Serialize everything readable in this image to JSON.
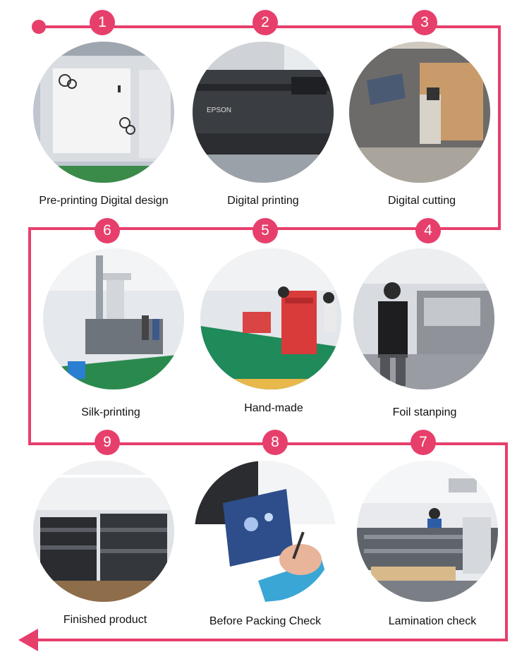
{
  "colors": {
    "accent": "#e73f6c",
    "text": "#111111",
    "background": "#ffffff"
  },
  "flow": {
    "start": "dot",
    "end": "arrow-left"
  },
  "steps": [
    {
      "number": "1",
      "label": "Pre-printing Digital design",
      "icon": "computer-monitor-photo"
    },
    {
      "number": "2",
      "label": "Digital printing",
      "icon": "large-format-printer-photo"
    },
    {
      "number": "3",
      "label": "Digital  cutting",
      "icon": "cutting-plotter-photo"
    },
    {
      "number": "4",
      "label": "Foil stanping",
      "icon": "foil-stamping-machine-photo"
    },
    {
      "number": "5",
      "label": "Hand-made",
      "icon": "assembly-line-photo"
    },
    {
      "number": "6",
      "label": "Silk-printing",
      "icon": "silk-printing-machine-photo"
    },
    {
      "number": "7",
      "label": "Lamination check",
      "icon": "lamination-machine-photo"
    },
    {
      "number": "8",
      "label": "Before Packing Check",
      "icon": "box-inspection-photo"
    },
    {
      "number": "9",
      "label": "Finished product",
      "icon": "wrapped-pallets-photo"
    }
  ]
}
